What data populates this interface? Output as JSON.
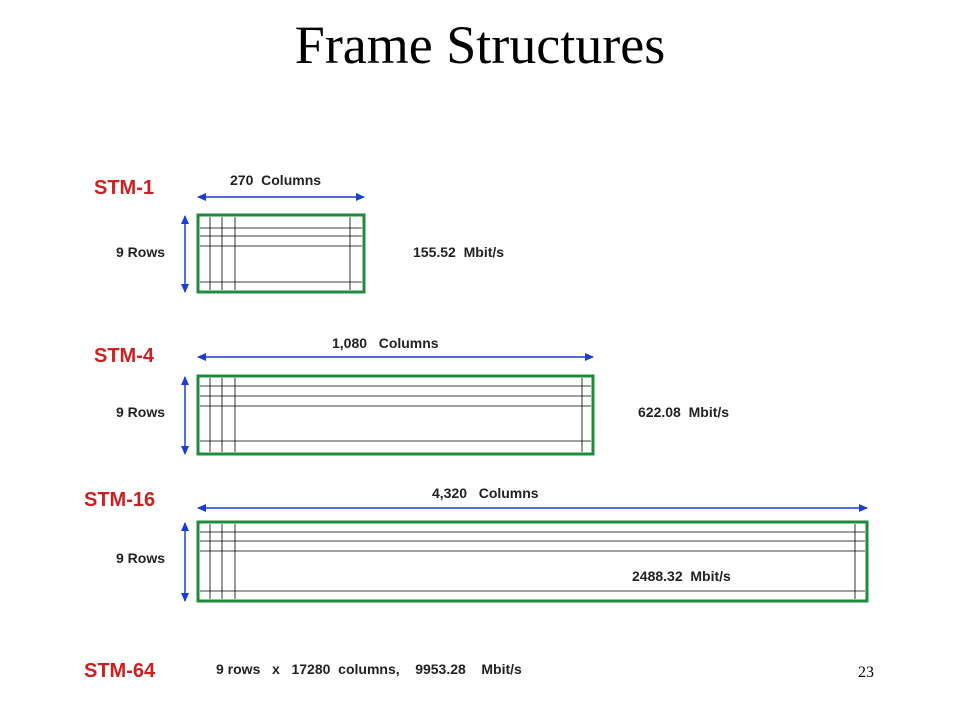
{
  "title": "Frame Structures",
  "accent_colors": {
    "label": "#cc1f1f",
    "frame": "#1e8a3c",
    "arrow": "#1a3fd0"
  },
  "frames": [
    {
      "label": "STM-1",
      "columns": "270  Columns",
      "rows": "9 Rows",
      "rate": "155.52  Mbit/s"
    },
    {
      "label": "STM-4",
      "columns": "1,080   Columns",
      "rows": "9 Rows",
      "rate": "622.08  Mbit/s"
    },
    {
      "label": "STM-16",
      "columns": "4,320   Columns",
      "rows": "9 Rows",
      "rate": "2488.32  Mbit/s"
    }
  ],
  "stm64": {
    "label": "STM-64",
    "text": "9 rows   x   17280  columns,    9953.28    Mbit/s"
  },
  "page_number": "23"
}
